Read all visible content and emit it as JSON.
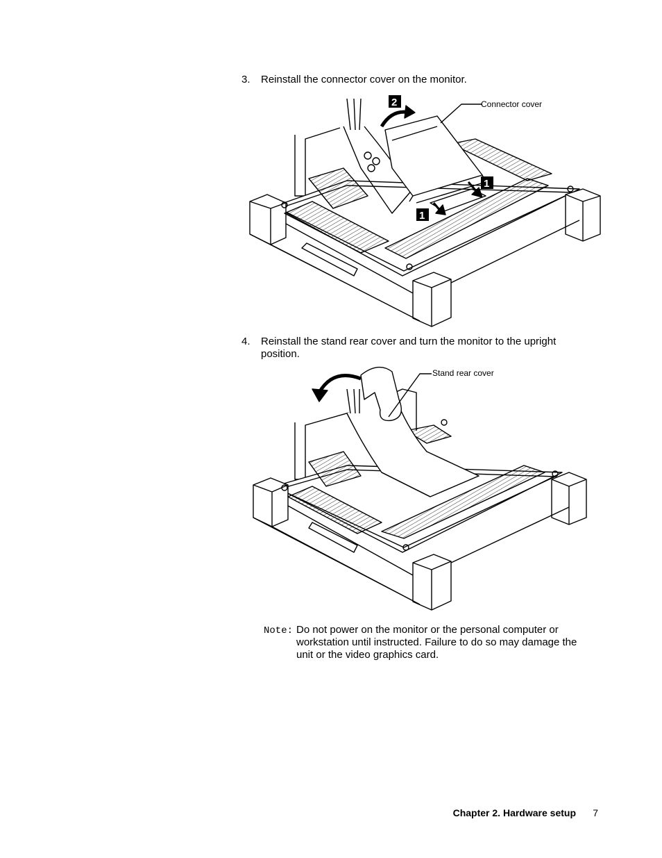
{
  "steps": [
    {
      "number": "3.",
      "text": "Reinstall the connector cover on the monitor."
    },
    {
      "number": "4.",
      "text": "Reinstall the stand rear cover and turn the monitor to the upright position."
    }
  ],
  "figures": {
    "connector": {
      "callout": "Connector cover",
      "badges": [
        "2",
        "1",
        "1"
      ]
    },
    "stand": {
      "callout": "Stand rear cover"
    }
  },
  "note": {
    "label": "Note:",
    "text": "Do not power on the monitor or the personal computer or workstation until instructed. Failure to do so may damage the unit or the video graphics card."
  },
  "footer": {
    "chapter": "Chapter 2. Hardware setup",
    "page": "7"
  }
}
